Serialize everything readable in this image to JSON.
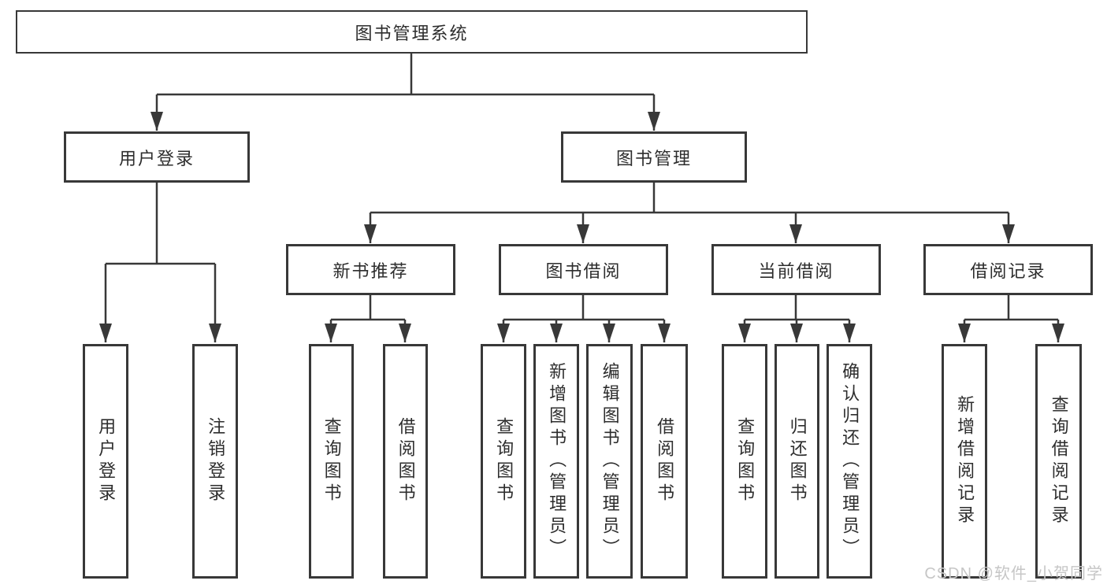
{
  "org": {
    "root": {
      "label": "图书管理系统"
    },
    "user_login": {
      "label": "用户登录",
      "leaves": [
        {
          "label": "用户登录"
        },
        {
          "label": "注销登录"
        }
      ]
    },
    "book_management": {
      "label": "图书管理",
      "sections": [
        {
          "label": "新书推荐",
          "leaves": [
            {
              "label": "查询图书"
            },
            {
              "label": "借阅图书"
            }
          ]
        },
        {
          "label": "图书借阅",
          "leaves": [
            {
              "label": "查询图书"
            },
            {
              "label": "新增图书（管理员）"
            },
            {
              "label": "编辑图书（管理员）"
            },
            {
              "label": "借阅图书"
            }
          ]
        },
        {
          "label": "当前借阅",
          "leaves": [
            {
              "label": "查询图书"
            },
            {
              "label": "归还图书"
            },
            {
              "label": "确认归还（管理员）"
            }
          ]
        },
        {
          "label": "借阅记录",
          "leaves": [
            {
              "label": "新增借阅记录"
            },
            {
              "label": "查询借阅记录"
            }
          ]
        }
      ]
    }
  },
  "watermark": {
    "text": "CSDN @软件_小贺同学"
  },
  "colors": {
    "line": "#383838",
    "text": "#2d2d2d",
    "background": "#ffffff",
    "watermark": "#c6c6c6"
  }
}
